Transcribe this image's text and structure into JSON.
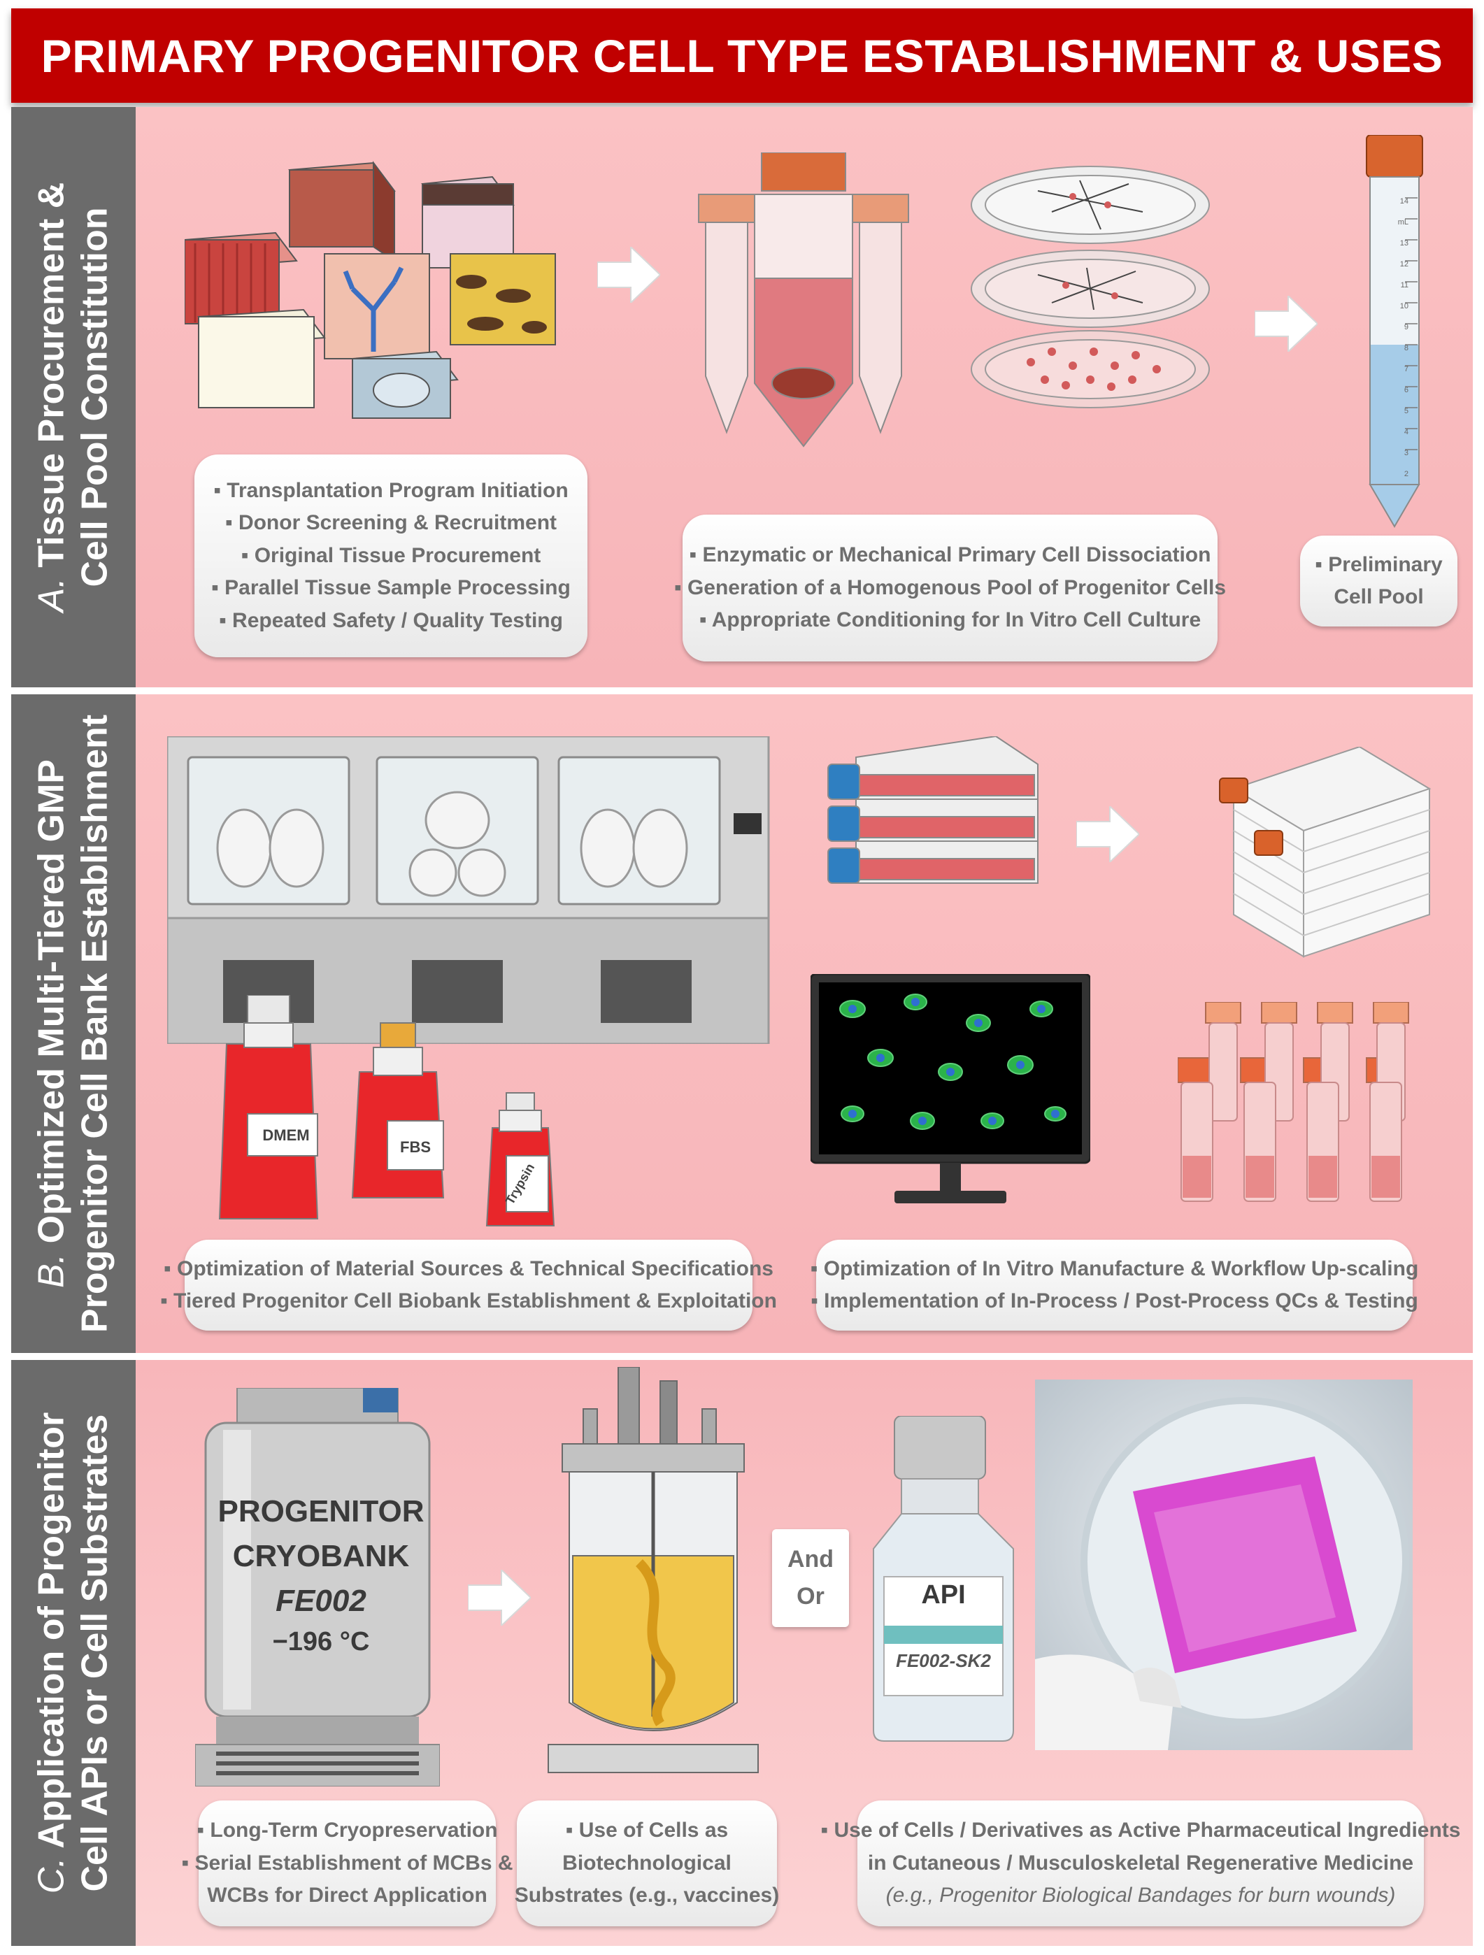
{
  "title": "PRIMARY PROGENITOR CELL TYPE ESTABLISHMENT & USES",
  "sections": {
    "a": {
      "label_prefix": "A.",
      "label_line1": "Tissue Procurement &",
      "label_line2": "Cell Pool Constitution",
      "box1": [
        "▪ Transplantation Program Initiation",
        "▪ Donor Screening & Recruitment",
        "▪ Original Tissue Procurement",
        "▪ Parallel Tissue Sample Processing",
        "▪ Repeated Safety / Quality Testing"
      ],
      "box2": [
        "▪ Enzymatic or Mechanical Primary Cell Dissociation",
        "▪ Generation of a Homogenous Pool of Progenitor Cells",
        "▪ Appropriate Conditioning for In Vitro Cell Culture"
      ],
      "box3": [
        "▪ Preliminary",
        "Cell Pool"
      ],
      "tube_scale": [
        "14 mL",
        "13",
        "12",
        "11",
        "10",
        "9",
        "8",
        "7",
        "6",
        "5",
        "4",
        "3",
        "2"
      ]
    },
    "b": {
      "label_prefix": "B.",
      "label_line1": "Optimized Multi-Tiered GMP",
      "label_line2": "Progenitor Cell Bank Establishment",
      "bottles": [
        "DMEM",
        "FBS",
        "Trypsin"
      ],
      "box1": [
        "▪ Optimization of Material Sources & Technical Specifications",
        "▪ Tiered Progenitor Cell Biobank Establishment & Exploitation"
      ],
      "box2": [
        "▪ Optimization of In Vitro Manufacture & Workflow Up-scaling",
        "▪ Implementation of In-Process / Post-Process QCs & Testing"
      ]
    },
    "c": {
      "label_prefix": "C.",
      "label_line1": "Application of Progenitor",
      "label_line2": "Cell APIs or Cell Substrates",
      "cryobank": {
        "line1": "PROGENITOR",
        "line2": "CRYOBANK",
        "code": "FE002",
        "temp": "−196 °C"
      },
      "and_or": [
        "And",
        "Or"
      ],
      "vial": {
        "name": "API",
        "code": "FE002-SK2"
      },
      "box1": [
        "▪ Long-Term Cryopreservation",
        "▪ Serial Establishment of MCBs &",
        "WCBs for Direct Application"
      ],
      "box2": [
        "▪ Use of Cells as",
        "Biotechnological",
        "Substrates (e.g., vaccines)"
      ],
      "box3": [
        "▪ Use of Cells / Derivatives as Active Pharmaceutical Ingredients",
        "in Cutaneous / Musculoskeletal Regenerative Medicine"
      ],
      "box3_note": "(e.g., Progenitor Biological Bandages for burn wounds)"
    }
  },
  "colors": {
    "title_red": "#c00000",
    "section_gray": "#6b6b6b",
    "panel_pink": "#f7b4b8",
    "media_red": "#e8262a",
    "cap_orange": "#d9622b",
    "cap_blue": "#2f7fc1"
  }
}
